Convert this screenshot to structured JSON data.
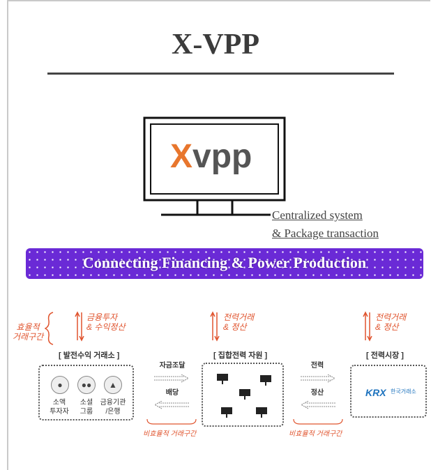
{
  "title": "X-VPP",
  "logo": {
    "mark": "X",
    "text": "vpp",
    "mark_color": "#e8762d",
    "text_color": "#555555"
  },
  "caption": {
    "line1": "Centralized system",
    "line2": "& Package transaction"
  },
  "banner": {
    "text": "Connecting Financing & Power Production",
    "color": "#6a2ad6"
  },
  "flow": {
    "left_bracket_label": [
      "효율적",
      "거래구간"
    ],
    "col1": {
      "arrow_label": [
        "금융투자",
        "& 수익정산"
      ],
      "section": "[ 발전수익 거래소 ]",
      "icons": [
        {
          "icon": "person-icon",
          "label": [
            "소액",
            "투자자"
          ]
        },
        {
          "icon": "group-icon",
          "label": [
            "소셜",
            "그룹"
          ]
        },
        {
          "icon": "bank-icon",
          "label": [
            "금융기관",
            "/은행"
          ]
        }
      ]
    },
    "col2": {
      "arrow_label": [
        "전력거래",
        "& 정산"
      ],
      "section": "[ 집합전력 자원 ]"
    },
    "col3": {
      "arrow_label": [
        "전력거래",
        "& 정산"
      ],
      "section": "[ 전력시장 ]",
      "krx_logo": "KRX",
      "krx_sub": "한국거래소"
    },
    "mid1": {
      "top": "자금조달",
      "bottom": "배당",
      "note": "비효율적 거래구간"
    },
    "mid2": {
      "top": "전력",
      "bottom": "정산",
      "note": "비효율적 거래구간"
    },
    "accent_color": "#e0542e"
  }
}
